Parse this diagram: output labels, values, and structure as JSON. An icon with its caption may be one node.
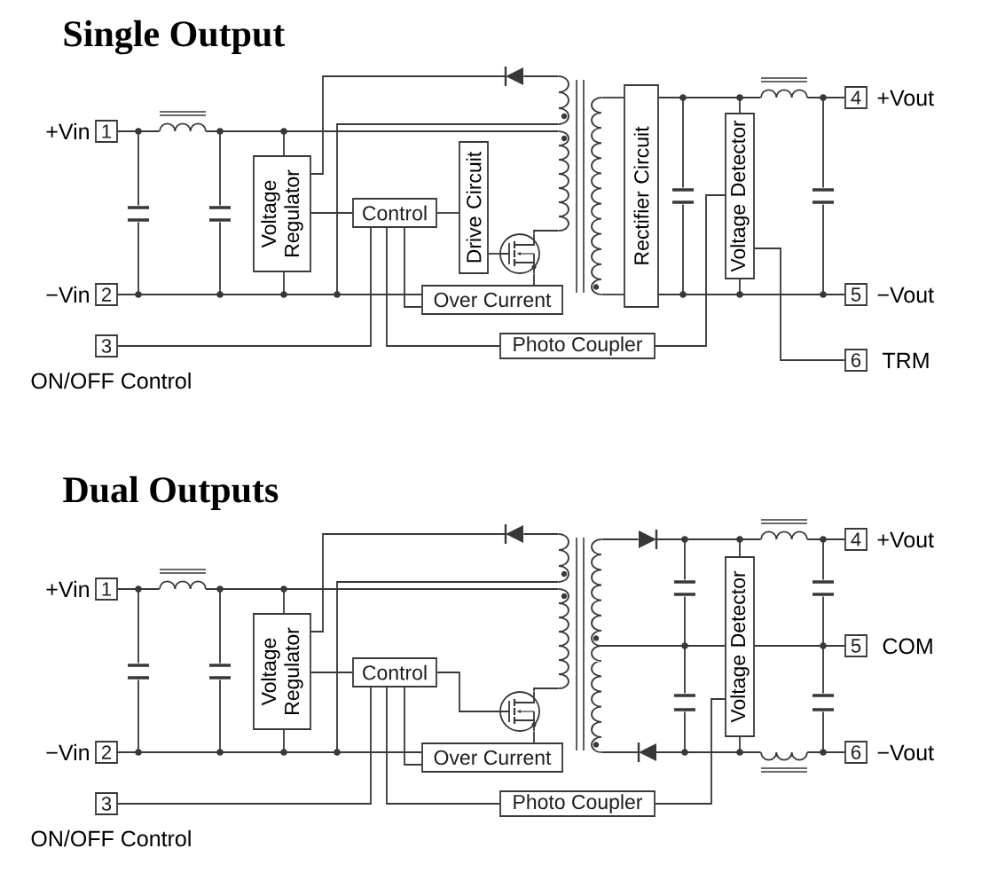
{
  "diagram": {
    "nodes": [
      {
        "text": [
          "1"
        ],
        "beside": [
          "+Vin"
        ]
      },
      {
        "text": [
          "2"
        ],
        "beside": [
          "−Vin"
        ]
      },
      {
        "text": [
          "3"
        ],
        "beside": [
          "ON/OFF Control"
        ]
      },
      {
        "text": [],
        "shape": "picture"
      },
      {
        "text": [],
        "shape": "picture"
      },
      {
        "text": [],
        "shape": "picture"
      },
      {
        "text": [
          "Voltage Regulator"
        ]
      },
      {
        "text": [
          "Control"
        ]
      },
      {
        "text": [],
        "shape": "picture"
      },
      {
        "text": [
          "Drive Circuit"
        ]
      },
      {
        "text": [],
        "shape": "picture"
      },
      {
        "text": [
          "Over Current"
        ]
      },
      {
        "text": [
          "Photo Coupler"
        ]
      },
      {
        "text": [],
        "shape": "picture"
      },
      {
        "text": [
          "Rectifier Circuit"
        ]
      },
      {
        "text": [],
        "shape": "picture"
      },
      {
        "text": [
          "Voltage Detector"
        ]
      },
      {
        "text": [],
        "shape": "picture"
      },
      {
        "text": [],
        "shape": "picture"
      },
      {
        "text": [
          "4"
        ],
        "beside": [
          "+Vout"
        ]
      },
      {
        "text": [
          "5"
        ],
        "beside": [
          "−Vout"
        ]
      },
      {
        "text": [
          "6"
        ],
        "beside": [
          "TRM"
        ]
      },
      {
        "text": [
          "1"
        ],
        "beside": [
          "+Vin"
        ]
      },
      {
        "text": [
          "2"
        ],
        "beside": [
          "−Vin"
        ]
      },
      {
        "text": [
          "3"
        ],
        "beside": [
          "ON/OFF Control"
        ]
      },
      {
        "text": [],
        "shape": "picture"
      },
      {
        "text": [],
        "shape": "picture"
      },
      {
        "text": [],
        "shape": "picture"
      },
      {
        "text": [
          "Voltage Regulator"
        ]
      },
      {
        "text": [
          "Control"
        ]
      },
      {
        "text": [],
        "shape": "picture"
      },
      {
        "text": [],
        "shape": "picture"
      },
      {
        "text": [
          "Over Current"
        ]
      },
      {
        "text": [
          "Photo Coupler"
        ]
      },
      {
        "text": [],
        "shape": "picture"
      },
      {
        "text": [],
        "shape": "picture"
      },
      {
        "text": [],
        "shape": "picture"
      },
      {
        "text": [],
        "shape": "picture"
      },
      {
        "text": [],
        "shape": "picture"
      },
      {
        "text": [
          "Voltage Detector"
        ]
      },
      {
        "text": [],
        "shape": "picture"
      },
      {
        "text": [],
        "shape": "picture"
      },
      {
        "text": [],
        "shape": "picture"
      },
      {
        "text": [],
        "shape": "picture"
      },
      {
        "text": [
          "4"
        ],
        "beside": [
          "+Vout"
        ]
      },
      {
        "text": [
          "5"
        ],
        "beside": [
          "COM"
        ]
      },
      {
        "text": [
          "6"
        ],
        "beside": [
          "−Vout"
        ]
      }
    ],
    "edges": [
      {
        "from": 0,
        "to": 3,
        "arrow": "none"
      },
      {
        "from": 0,
        "to": 4,
        "arrow": "none"
      },
      {
        "from": 3,
        "to": 5,
        "arrow": "none"
      },
      {
        "from": 3,
        "to": 6,
        "arrow": "none"
      },
      {
        "from": 3,
        "to": 13,
        "arrow": "none"
      },
      {
        "from": 1,
        "to": 4,
        "arrow": "none"
      },
      {
        "from": 1,
        "to": 5,
        "arrow": "none"
      },
      {
        "from": 1,
        "to": 6,
        "arrow": "none"
      },
      {
        "from": 1,
        "to": 13,
        "arrow": "none"
      },
      {
        "from": 1,
        "to": 11,
        "arrow": "none"
      },
      {
        "from": 6,
        "to": 8,
        "arrow": "none"
      },
      {
        "from": 8,
        "to": 13,
        "arrow": "none"
      },
      {
        "from": 6,
        "to": 7,
        "arrow": "none"
      },
      {
        "from": 7,
        "to": 9,
        "arrow": "none"
      },
      {
        "from": 9,
        "to": 10,
        "arrow": "none"
      },
      {
        "from": 10,
        "to": 13,
        "arrow": "none"
      },
      {
        "from": 10,
        "to": 11,
        "arrow": "none"
      },
      {
        "from": 2,
        "to": 7,
        "arrow": "none"
      },
      {
        "from": 7,
        "to": 11,
        "arrow": "none"
      },
      {
        "from": 7,
        "to": 12,
        "arrow": "none"
      },
      {
        "from": 12,
        "to": 16,
        "arrow": "none"
      },
      {
        "from": 13,
        "to": 14,
        "arrow": "none"
      },
      {
        "from": 13,
        "to": 14,
        "arrow": "none"
      },
      {
        "from": 14,
        "to": 15,
        "arrow": "none"
      },
      {
        "from": 14,
        "to": 16,
        "arrow": "none"
      },
      {
        "from": 14,
        "to": 17,
        "arrow": "none"
      },
      {
        "from": 17,
        "to": 18,
        "arrow": "none"
      },
      {
        "from": 17,
        "to": 19,
        "arrow": "none"
      },
      {
        "from": 14,
        "to": 15,
        "arrow": "none"
      },
      {
        "from": 14,
        "to": 16,
        "arrow": "none"
      },
      {
        "from": 14,
        "to": 18,
        "arrow": "none"
      },
      {
        "from": 14,
        "to": 20,
        "arrow": "none"
      },
      {
        "from": 16,
        "to": 21,
        "arrow": "none"
      },
      {
        "from": 22,
        "to": 25,
        "arrow": "none"
      },
      {
        "from": 22,
        "to": 26,
        "arrow": "none"
      },
      {
        "from": 25,
        "to": 27,
        "arrow": "none"
      },
      {
        "from": 25,
        "to": 28,
        "arrow": "none"
      },
      {
        "from": 25,
        "to": 34,
        "arrow": "none"
      },
      {
        "from": 23,
        "to": 26,
        "arrow": "none"
      },
      {
        "from": 23,
        "to": 27,
        "arrow": "none"
      },
      {
        "from": 23,
        "to": 28,
        "arrow": "none"
      },
      {
        "from": 23,
        "to": 34,
        "arrow": "none"
      },
      {
        "from": 23,
        "to": 32,
        "arrow": "none"
      },
      {
        "from": 28,
        "to": 30,
        "arrow": "none"
      },
      {
        "from": 30,
        "to": 34,
        "arrow": "none"
      },
      {
        "from": 28,
        "to": 29,
        "arrow": "none"
      },
      {
        "from": 29,
        "to": 31,
        "arrow": "none"
      },
      {
        "from": 31,
        "to": 34,
        "arrow": "none"
      },
      {
        "from": 31,
        "to": 32,
        "arrow": "none"
      },
      {
        "from": 24,
        "to": 29,
        "arrow": "none"
      },
      {
        "from": 29,
        "to": 32,
        "arrow": "none"
      },
      {
        "from": 29,
        "to": 33,
        "arrow": "none"
      },
      {
        "from": 33,
        "to": 39,
        "arrow": "none"
      },
      {
        "from": 34,
        "to": 35,
        "arrow": "none"
      },
      {
        "from": 35,
        "to": 37,
        "arrow": "none"
      },
      {
        "from": 35,
        "to": 39,
        "arrow": "none"
      },
      {
        "from": 35,
        "to": 40,
        "arrow": "none"
      },
      {
        "from": 40,
        "to": 42,
        "arrow": "none"
      },
      {
        "from": 40,
        "to": 44,
        "arrow": "none"
      },
      {
        "from": 34,
        "to": 37,
        "arrow": "none"
      },
      {
        "from": 34,
        "to": 38,
        "arrow": "none"
      },
      {
        "from": 34,
        "to": 39,
        "arrow": "none"
      },
      {
        "from": 39,
        "to": 42,
        "arrow": "none"
      },
      {
        "from": 39,
        "to": 43,
        "arrow": "none"
      },
      {
        "from": 39,
        "to": 45,
        "arrow": "none"
      },
      {
        "from": 34,
        "to": 36,
        "arrow": "none"
      },
      {
        "from": 36,
        "to": 38,
        "arrow": "none"
      },
      {
        "from": 36,
        "to": 39,
        "arrow": "none"
      },
      {
        "from": 36,
        "to": 41,
        "arrow": "none"
      },
      {
        "from": 41,
        "to": 43,
        "arrow": "none"
      },
      {
        "from": 41,
        "to": 46,
        "arrow": "none"
      }
    ],
    "labels": [
      "Single Output",
      "Dual Outputs"
    ]
  }
}
